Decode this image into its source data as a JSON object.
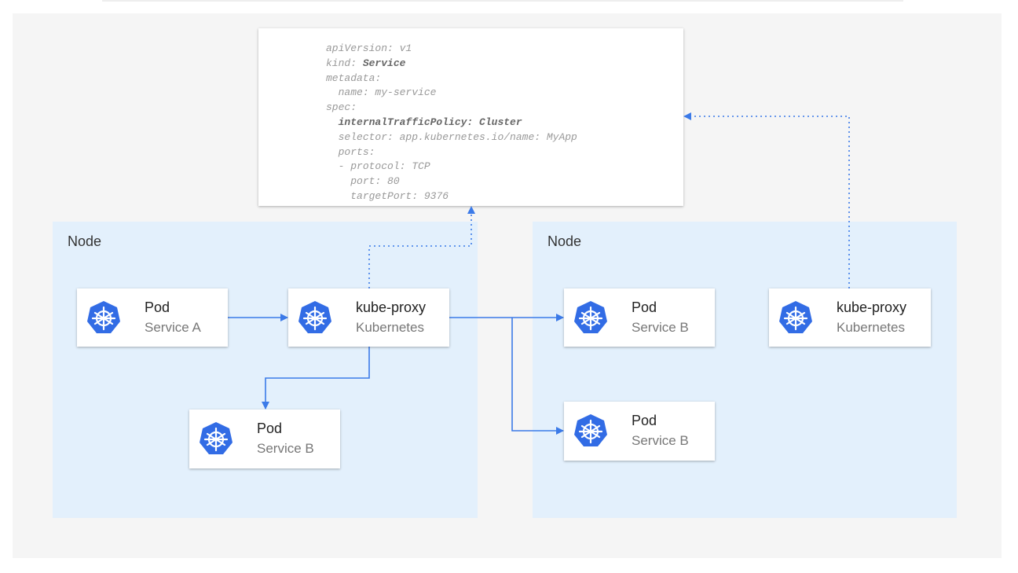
{
  "yaml": {
    "lines": [
      {
        "key": "apiVersion: ",
        "value": "v1",
        "indent": 0,
        "bold": false
      },
      {
        "key": "kind: ",
        "value": "Service",
        "indent": 0,
        "bold": "value"
      },
      {
        "key": "metadata:",
        "value": "",
        "indent": 0,
        "bold": false
      },
      {
        "key": "name: ",
        "value": "my-service",
        "indent": 1,
        "bold": false
      },
      {
        "key": "spec:",
        "value": "",
        "indent": 0,
        "bold": false
      },
      {
        "key": "internalTrafficPolicy: ",
        "value": "Cluster",
        "indent": 1,
        "bold": "all"
      },
      {
        "key": "selector: ",
        "value": "app.kubernetes.io/name: MyApp",
        "indent": 1,
        "bold": false
      },
      {
        "key": "ports:",
        "value": "",
        "indent": 1,
        "bold": false
      },
      {
        "key": "- protocol: ",
        "value": "TCP",
        "indent": 1,
        "bold": false
      },
      {
        "key": "port: ",
        "value": "80",
        "indent": 2,
        "bold": false
      },
      {
        "key": "targetPort: ",
        "value": "9376",
        "indent": 2,
        "bold": false
      }
    ]
  },
  "nodes": [
    {
      "label": "Node"
    },
    {
      "label": "Node"
    }
  ],
  "cards": {
    "pod_a": {
      "title": "Pod",
      "subtitle": "Service A"
    },
    "proxy_left": {
      "title": "kube-proxy",
      "subtitle": "Kubernetes"
    },
    "pod_b_left": {
      "title": "Pod",
      "subtitle": "Service B"
    },
    "pod_b_right1": {
      "title": "Pod",
      "subtitle": "Service B"
    },
    "pod_b_right2": {
      "title": "Pod",
      "subtitle": "Service B"
    },
    "proxy_right": {
      "title": "kube-proxy",
      "subtitle": "Kubernetes"
    }
  },
  "icons": {
    "card_icon": "kubernetes-helm-wheel-icon"
  },
  "colors": {
    "accent": "#3b7ae8",
    "node_bg": "#e3f0fc",
    "icon": "#326ce5"
  }
}
